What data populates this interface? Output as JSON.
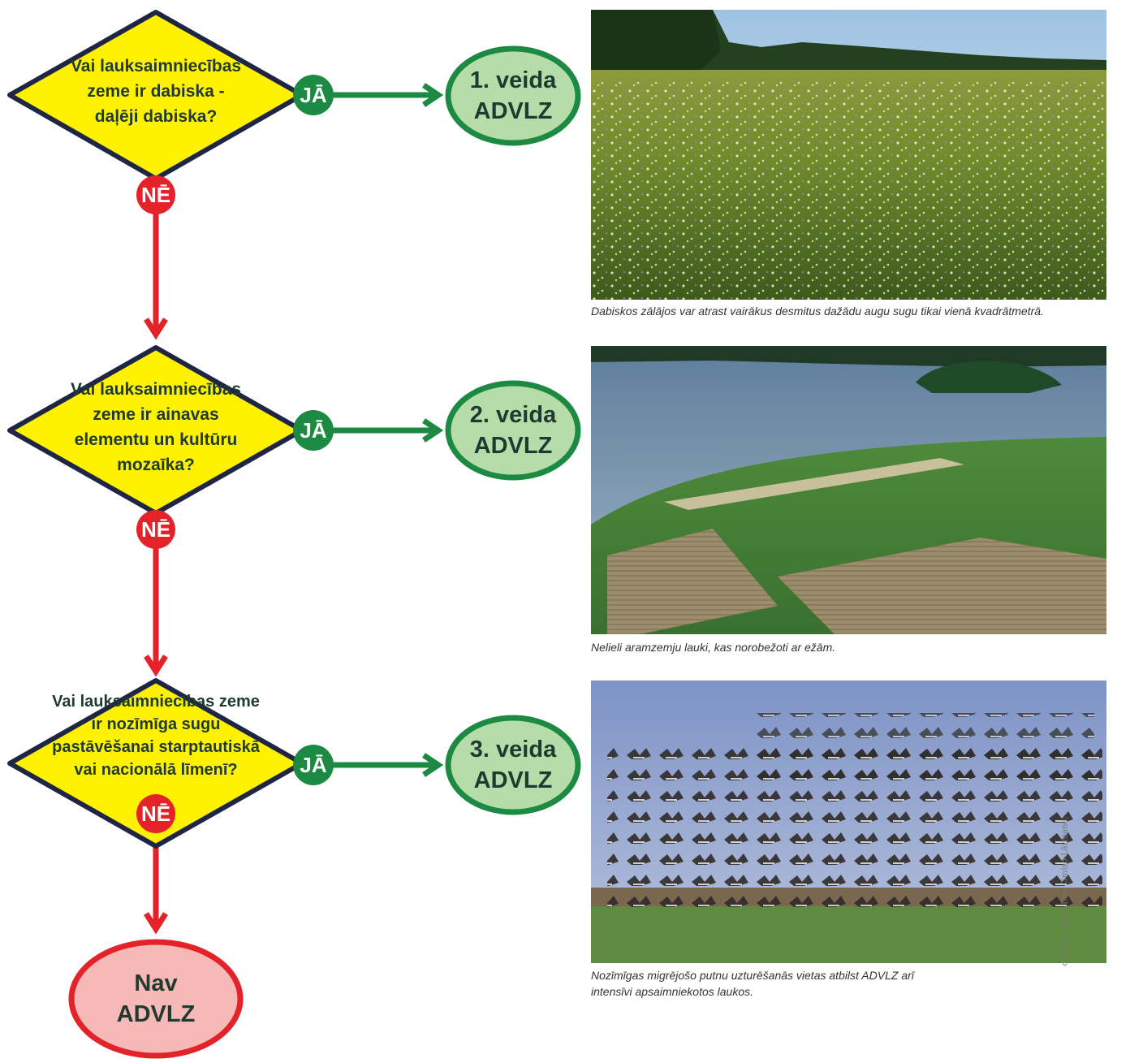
{
  "colors": {
    "question_fill": "#fff200",
    "question_stroke": "#1f2545",
    "yes_green": "#1d8a43",
    "no_red": "#e42229",
    "outcome_fill": "#b6dcaa",
    "none_fill": "#f7b8b8"
  },
  "questions": [
    {
      "text": "Vai lauksaimniecības zeme ir dabiska - daļēji dabiska?"
    },
    {
      "text": "Vai lauksaimniecības zeme ir ainavas elementu un kultūru mozaīka?"
    },
    {
      "text": "Vai lauksaimniecības zeme ir nozīmīga sugu pastāvēšanai starptautiskā vai nacionālā līmenī?"
    }
  ],
  "yes_label": "JĀ",
  "no_label": "NĒ",
  "outcomes": [
    {
      "line1": "1. veida",
      "line2": "ADVLZ"
    },
    {
      "line1": "2. veida",
      "line2": "ADVLZ"
    },
    {
      "line1": "3. veida",
      "line2": "ADVLZ"
    }
  ],
  "none_outcome": {
    "line1": "Nav",
    "line2": "ADVLZ"
  },
  "photos": [
    {
      "icon": "meadow-photo",
      "caption": "Dabiskos zālājos var atrast vairākus desmitus dažādu augu sugu tikai vienā kvadrātmetrā."
    },
    {
      "icon": "lake-fields-photo",
      "caption": "Nelieli aramzemju lauki, kas norobežoti ar ežām."
    },
    {
      "icon": "geese-photo",
      "caption": "Nozīmīgas migrējošo putnu uzturēšanās vietas atbilst ADVLZ arī intensīvi apsaimniekotos laukos."
    }
  ],
  "credit": "ds 2013. Foto: Inse Gmizo-Lārmane,"
}
